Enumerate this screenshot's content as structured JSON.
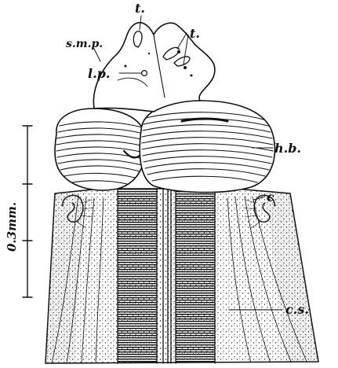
{
  "figure": {
    "scale_bar": {
      "label": "0.3mm."
    },
    "labels": {
      "t_top": "t.",
      "t_right": "t.",
      "s_m_p": "s.m.p.",
      "l_p": "l.p.",
      "h_b": "h.b.",
      "c": "c",
      "c_s": "c.s."
    },
    "colors": {
      "ink": "#111111",
      "paper": "#ffffff"
    }
  }
}
